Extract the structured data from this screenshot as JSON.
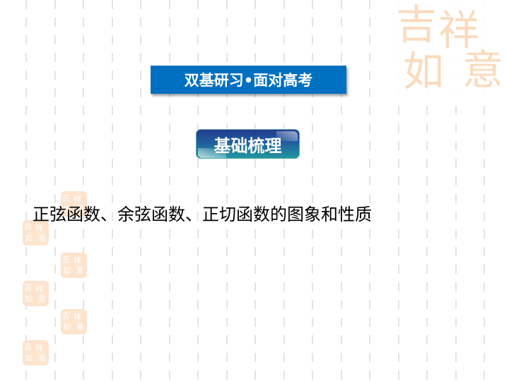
{
  "banner": {
    "title": "双基研习•面对高考",
    "color": "#0070c0"
  },
  "badge": {
    "label": "基础梳理"
  },
  "section": {
    "heading": "正弦函数、余弦函数、正切函数的图象和性质"
  },
  "decor": {
    "big_seal_chars": [
      "吉",
      "祥",
      "如",
      "意"
    ],
    "small_seal_chars": [
      "吉",
      "祥",
      "如",
      "意"
    ],
    "seal_color": "#fde0c6"
  }
}
